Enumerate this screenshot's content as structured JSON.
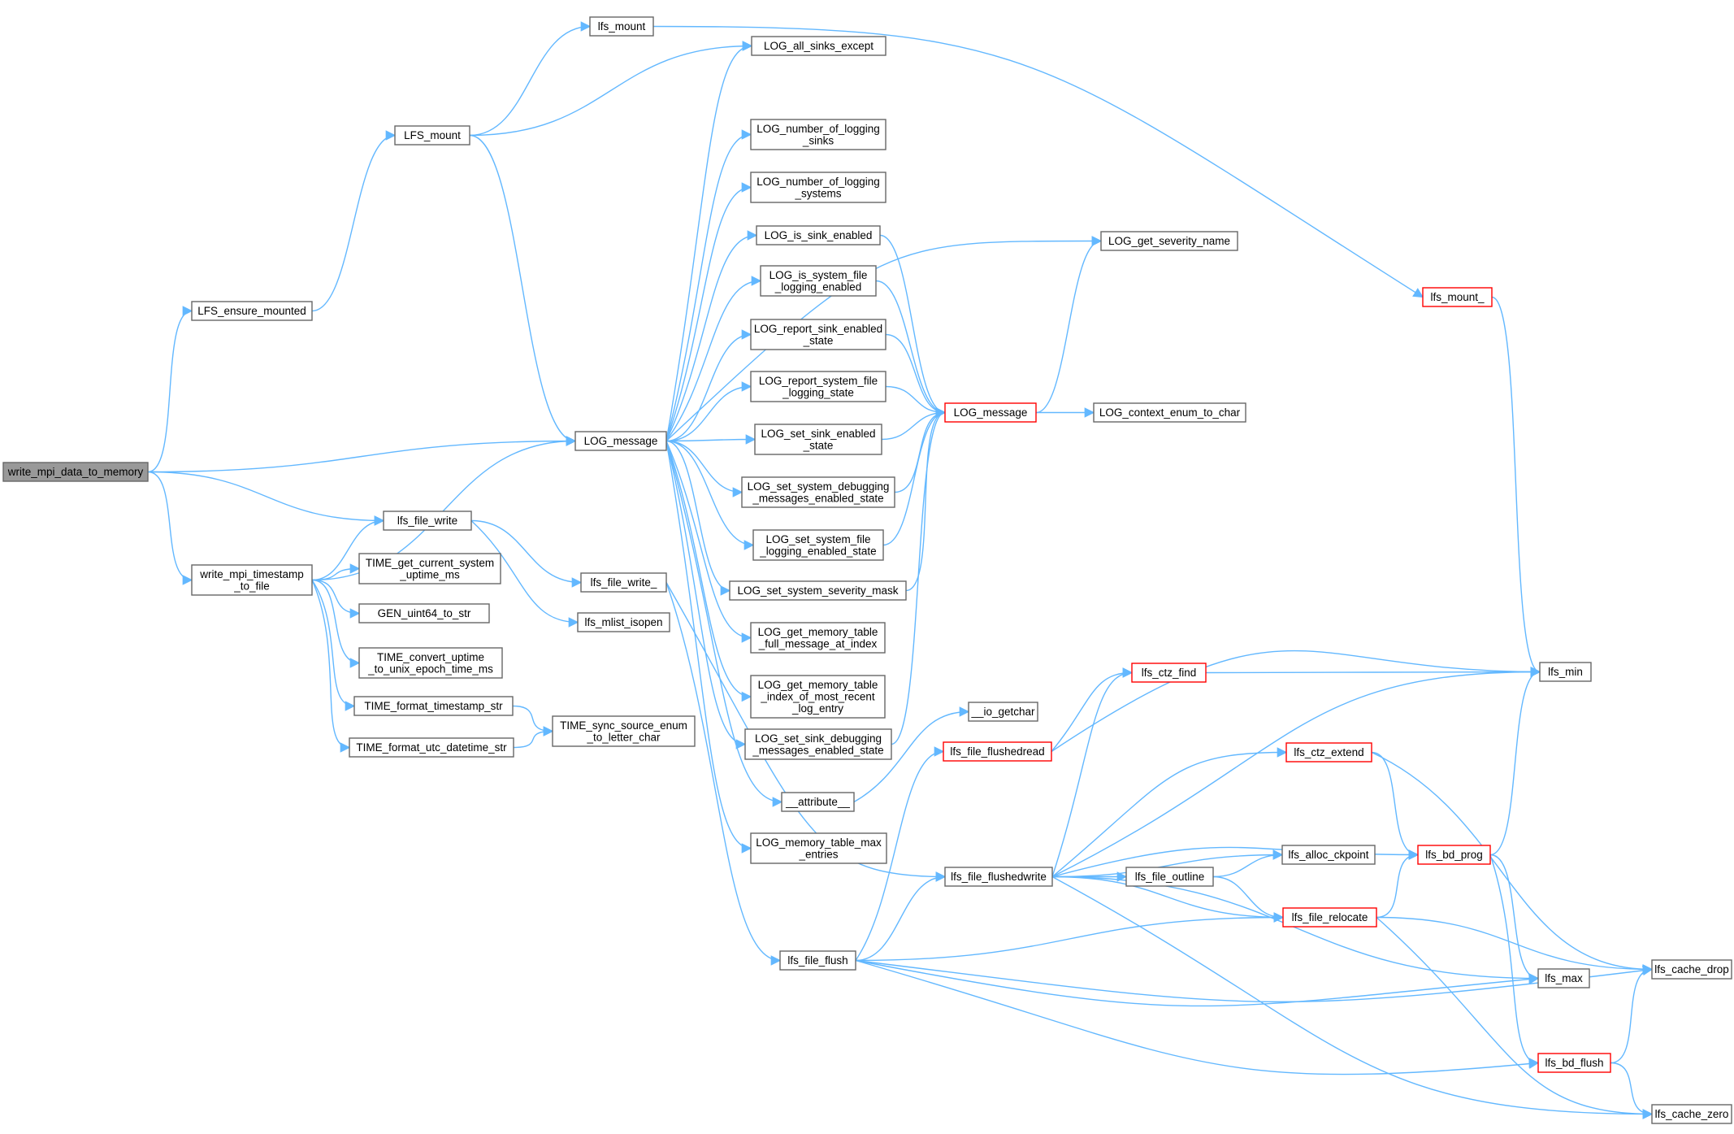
{
  "diagram": {
    "title": "",
    "edge_color": "#63b8ff",
    "truncated_border_color": "#ff0000",
    "root_fill": "#999999",
    "nodes": [
      {
        "id": "root",
        "lines": [
          "write_mpi_data_to_memory"
        ],
        "root": true
      },
      {
        "id": "ensure",
        "lines": [
          "LFS_ensure_mounted"
        ]
      },
      {
        "id": "LFSmount",
        "lines": [
          "LFS_mount"
        ]
      },
      {
        "id": "lfsmount",
        "lines": [
          "lfs_mount"
        ]
      },
      {
        "id": "allsinks",
        "lines": [
          "LOG_all_sinks_except"
        ]
      },
      {
        "id": "logmsg1",
        "lines": [
          "LOG_message"
        ]
      },
      {
        "id": "wts",
        "lines": [
          "write_mpi_timestamp",
          "_to_file"
        ]
      },
      {
        "id": "filewrite",
        "lines": [
          "lfs_file_write"
        ]
      },
      {
        "id": "filewrite_",
        "lines": [
          "lfs_file_write_"
        ]
      },
      {
        "id": "mlist",
        "lines": [
          "lfs_mlist_isopen"
        ]
      },
      {
        "id": "tgcs",
        "lines": [
          "TIME_get_current_system",
          "_uptime_ms"
        ]
      },
      {
        "id": "gen",
        "lines": [
          "GEN_uint64_to_str"
        ]
      },
      {
        "id": "tconv",
        "lines": [
          "TIME_convert_uptime",
          "_to_unix_epoch_time_ms"
        ]
      },
      {
        "id": "tfts",
        "lines": [
          "TIME_format_timestamp_str"
        ]
      },
      {
        "id": "tfutc",
        "lines": [
          "TIME_format_utc_datetime_str"
        ]
      },
      {
        "id": "tsync",
        "lines": [
          "TIME_sync_source_enum",
          "_to_letter_char"
        ]
      },
      {
        "id": "nsinks",
        "lines": [
          "LOG_number_of_logging",
          "_sinks"
        ]
      },
      {
        "id": "nsys",
        "lines": [
          "LOG_number_of_logging",
          "_systems"
        ]
      },
      {
        "id": "issink",
        "lines": [
          "LOG_is_sink_enabled"
        ]
      },
      {
        "id": "issys",
        "lines": [
          "LOG_is_system_file",
          "_logging_enabled"
        ]
      },
      {
        "id": "rsink",
        "lines": [
          "LOG_report_sink_enabled",
          "_state"
        ]
      },
      {
        "id": "rsys",
        "lines": [
          "LOG_report_system_file",
          "_logging_state"
        ]
      },
      {
        "id": "ssink",
        "lines": [
          "LOG_set_sink_enabled",
          "_state"
        ]
      },
      {
        "id": "ssysdbg",
        "lines": [
          "LOG_set_system_debugging",
          "_messages_enabled_state"
        ]
      },
      {
        "id": "ssysfile",
        "lines": [
          "LOG_set_system_file",
          "_logging_enabled_state"
        ]
      },
      {
        "id": "ssev",
        "lines": [
          "LOG_set_system_severity_mask"
        ]
      },
      {
        "id": "gfull",
        "lines": [
          "LOG_get_memory_table",
          "_full_message_at_index"
        ]
      },
      {
        "id": "gidx",
        "lines": [
          "LOG_get_memory_table",
          "_index_of_most_recent",
          "_log_entry"
        ]
      },
      {
        "id": "ssinkdbg",
        "lines": [
          "LOG_set_sink_debugging",
          "_messages_enabled_state"
        ]
      },
      {
        "id": "attr",
        "lines": [
          "__attribute__"
        ]
      },
      {
        "id": "memmax",
        "lines": [
          "LOG_memory_table_max",
          "_entries"
        ]
      },
      {
        "id": "ffl",
        "lines": [
          "lfs_file_flush"
        ]
      },
      {
        "id": "logmsg2",
        "lines": [
          "LOG_message"
        ],
        "truncated": true
      },
      {
        "id": "sevname",
        "lines": [
          "LOG_get_severity_name"
        ]
      },
      {
        "id": "ctx",
        "lines": [
          "LOG_context_enum_to_char"
        ]
      },
      {
        "id": "iog",
        "lines": [
          "__io_getchar"
        ]
      },
      {
        "id": "ffr",
        "lines": [
          "lfs_file_flushedread"
        ],
        "truncated": true
      },
      {
        "id": "ffw",
        "lines": [
          "lfs_file_flushedwrite"
        ]
      },
      {
        "id": "ctzfind",
        "lines": [
          "lfs_ctz_find"
        ],
        "truncated": true
      },
      {
        "id": "ctzext",
        "lines": [
          "lfs_ctz_extend"
        ],
        "truncated": true
      },
      {
        "id": "fout",
        "lines": [
          "lfs_file_outline"
        ]
      },
      {
        "id": "alloc",
        "lines": [
          "lfs_alloc_ckpoint"
        ]
      },
      {
        "id": "freloc",
        "lines": [
          "lfs_file_relocate"
        ],
        "truncated": true
      },
      {
        "id": "lmount_",
        "lines": [
          "lfs_mount_"
        ],
        "truncated": true
      },
      {
        "id": "lmin",
        "lines": [
          "lfs_min"
        ]
      },
      {
        "id": "bdprog",
        "lines": [
          "lfs_bd_prog"
        ],
        "truncated": true
      },
      {
        "id": "lmax",
        "lines": [
          "lfs_max"
        ]
      },
      {
        "id": "cdrop",
        "lines": [
          "lfs_cache_drop"
        ]
      },
      {
        "id": "bdflush",
        "lines": [
          "lfs_bd_flush"
        ],
        "truncated": true
      },
      {
        "id": "czero",
        "lines": [
          "lfs_cache_zero"
        ]
      }
    ],
    "edges": [
      [
        "root",
        "ensure"
      ],
      [
        "root",
        "logmsg1"
      ],
      [
        "root",
        "filewrite"
      ],
      [
        "root",
        "wts"
      ],
      [
        "ensure",
        "LFSmount"
      ],
      [
        "LFSmount",
        "lfsmount"
      ],
      [
        "LFSmount",
        "allsinks"
      ],
      [
        "LFSmount",
        "logmsg1"
      ],
      [
        "lfsmount",
        "lmount_"
      ],
      [
        "wts",
        "logmsg1"
      ],
      [
        "wts",
        "filewrite"
      ],
      [
        "wts",
        "tgcs"
      ],
      [
        "wts",
        "gen"
      ],
      [
        "wts",
        "tconv"
      ],
      [
        "wts",
        "tfts"
      ],
      [
        "wts",
        "tfutc"
      ],
      [
        "tfts",
        "tsync"
      ],
      [
        "tfutc",
        "tsync"
      ],
      [
        "filewrite",
        "filewrite_"
      ],
      [
        "filewrite",
        "mlist"
      ],
      [
        "filewrite_",
        "ffl"
      ],
      [
        "filewrite_",
        "ffw"
      ],
      [
        "logmsg1",
        "allsinks"
      ],
      [
        "logmsg1",
        "sevname"
      ],
      [
        "logmsg1",
        "nsinks"
      ],
      [
        "logmsg1",
        "nsys"
      ],
      [
        "logmsg1",
        "issink"
      ],
      [
        "logmsg1",
        "issys"
      ],
      [
        "logmsg1",
        "rsink"
      ],
      [
        "logmsg1",
        "rsys"
      ],
      [
        "logmsg1",
        "ssink"
      ],
      [
        "logmsg1",
        "ssysdbg"
      ],
      [
        "logmsg1",
        "ssysfile"
      ],
      [
        "logmsg1",
        "ssev"
      ],
      [
        "logmsg1",
        "gfull"
      ],
      [
        "logmsg1",
        "gidx"
      ],
      [
        "logmsg1",
        "ssinkdbg"
      ],
      [
        "logmsg1",
        "attr"
      ],
      [
        "logmsg1",
        "memmax"
      ],
      [
        "issink",
        "logmsg2"
      ],
      [
        "issys",
        "logmsg2"
      ],
      [
        "rsink",
        "logmsg2"
      ],
      [
        "rsys",
        "logmsg2"
      ],
      [
        "ssink",
        "logmsg2"
      ],
      [
        "ssysdbg",
        "logmsg2"
      ],
      [
        "ssysfile",
        "logmsg2"
      ],
      [
        "ssev",
        "logmsg2"
      ],
      [
        "ssinkdbg",
        "logmsg2"
      ],
      [
        "logmsg2",
        "sevname"
      ],
      [
        "logmsg2",
        "ctx"
      ],
      [
        "attr",
        "iog"
      ],
      [
        "ffl",
        "ffr"
      ],
      [
        "ffl",
        "ffw"
      ],
      [
        "ffl",
        "freloc"
      ],
      [
        "ffl",
        "cdrop"
      ],
      [
        "ffl",
        "lmax"
      ],
      [
        "ffl",
        "bdflush"
      ],
      [
        "ffr",
        "ctzfind"
      ],
      [
        "ffr",
        "lmin"
      ],
      [
        "ffw",
        "ctzfind"
      ],
      [
        "ffw",
        "ctzext"
      ],
      [
        "ffw",
        "alloc"
      ],
      [
        "ffw",
        "fout"
      ],
      [
        "ffw",
        "freloc"
      ],
      [
        "ffw",
        "bdprog"
      ],
      [
        "ffw",
        "lmin"
      ],
      [
        "ffw",
        "lmax"
      ],
      [
        "ffw",
        "czero"
      ],
      [
        "ctzfind",
        "lmin"
      ],
      [
        "ctzext",
        "bdprog"
      ],
      [
        "ctzext",
        "cdrop"
      ],
      [
        "fout",
        "alloc"
      ],
      [
        "fout",
        "freloc"
      ],
      [
        "freloc",
        "bdprog"
      ],
      [
        "freloc",
        "cdrop"
      ],
      [
        "freloc",
        "czero"
      ],
      [
        "bdprog",
        "lmin"
      ],
      [
        "bdprog",
        "lmax"
      ],
      [
        "bdprog",
        "bdflush"
      ],
      [
        "bdflush",
        "cdrop"
      ],
      [
        "bdflush",
        "czero"
      ],
      [
        "lmount_",
        "lmin"
      ]
    ]
  }
}
